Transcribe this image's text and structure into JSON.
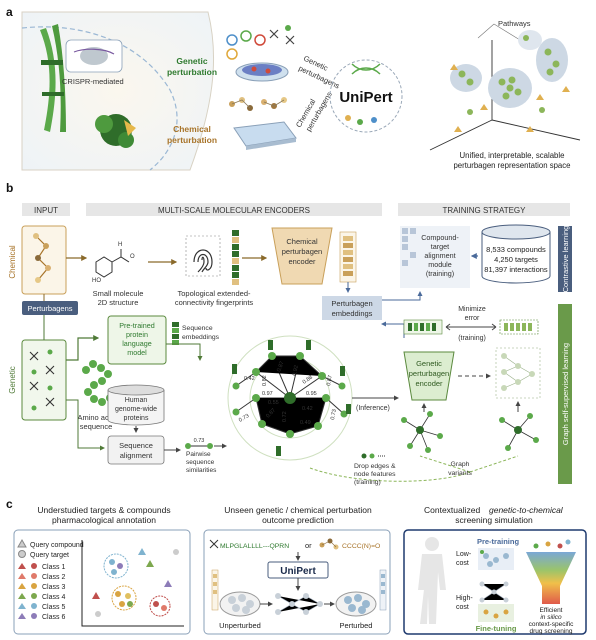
{
  "panel_a": {
    "label": "a",
    "crispr": "CRISPR-mediated",
    "genetic_perturbation": [
      "Genetic",
      "perturbation"
    ],
    "chemical_perturbation": [
      "Chemical",
      "perturbation"
    ],
    "genetic_perturbagens": [
      "Genetic",
      "perturbagens"
    ],
    "chemical_perturbagens": [
      "Chemical",
      "perturbagens"
    ],
    "logo": "UniPert",
    "pathways": "Pathways",
    "space_caption": [
      "Unified, interpretable, scalable",
      "perturbagen representation space"
    ]
  },
  "panel_b": {
    "label": "b",
    "header_input": "INPUT",
    "header_encoders": "MULTI-SCALE MOLECULAR ENCODERS",
    "header_training": "TRAINING STRATEGY",
    "chemical": "Chemical",
    "genetic": "Genetic",
    "perturbagens": "Perturbagens",
    "small_molecule": [
      "Small molecule",
      "2D structure"
    ],
    "fingerprints": [
      "Topological extended-",
      "connectivity fingerprints"
    ],
    "chem_encoder": [
      "Chemical",
      "perturbagen",
      "encoder"
    ],
    "alignment_module": [
      "Compound-",
      "target",
      "alignment",
      "module",
      "(training)"
    ],
    "db_stats": [
      "8,533 compounds",
      "4,250 targets",
      "81,397 interactions"
    ],
    "contrastive": "Contrastive learning",
    "perturbagen_embeddings": [
      "Perturbagen",
      "embeddings"
    ],
    "plm": [
      "Pre-trained",
      "protein",
      "language",
      "model"
    ],
    "seq_embeddings": [
      "Sequence",
      "embeddings"
    ],
    "human_proteins": [
      "Human",
      "genome-wide",
      "proteins"
    ],
    "amino_acid": [
      "Amino acid",
      "sequence"
    ],
    "seq_alignment": [
      "Sequence",
      "alignment"
    ],
    "pairwise": [
      "Pairwise",
      "sequence",
      "similarities"
    ],
    "pairwise_value": "0.73",
    "edge_weights": [
      "0.82",
      "0.87",
      "0.92",
      "0.88",
      "0.95",
      "0.97",
      "0.55",
      "0.42",
      "0.87",
      "0.72",
      "0.49",
      "0.42",
      "0.73",
      "0.87",
      "0.73"
    ],
    "inference": "(Inference)",
    "minimize_error": [
      "Minimize",
      "error",
      "(training)"
    ],
    "genetic_encoder": [
      "Genetic",
      "perturbagen",
      "encoder"
    ],
    "drop_edges": [
      "Drop edges &",
      "node features",
      "(training)"
    ],
    "graph_variants": [
      "Graph",
      "variants"
    ],
    "graph_ssl": "Graph self-supervised learning"
  },
  "panel_c": {
    "label": "c",
    "box1_title": [
      "Understudied targets & compounds",
      "pharmacological annotation"
    ],
    "legend": [
      "Query compound",
      "Query target",
      "Class 1",
      "Class 2",
      "Class 3",
      "Class 4",
      "Class 5",
      "Class 6"
    ],
    "legend_colors": [
      "#c0504d",
      "#e07a6a",
      "#d9a441",
      "#7da84e",
      "#7fb3cf",
      "#8d7cb8"
    ],
    "box2_title": [
      "Unseen genetic / chemical perturbation",
      "outcome prediction"
    ],
    "sequence": "MLPGLALLLL---QPRN",
    "or": "or",
    "smiles": "CCCC(N)=O",
    "logo": "UniPert",
    "unperturbed": "Unperturbed",
    "perturbed": "Perturbed",
    "box3_title": [
      "Contextualized",
      "genetic-to-chemical",
      "screening simulation"
    ],
    "pretraining": "Pre-training",
    "low_cost": [
      "Low-",
      "cost"
    ],
    "high_cost": [
      "High-",
      "cost"
    ],
    "finetuning": "Fine-tuning",
    "efficient": [
      "Efficient",
      "in silico",
      "context-specific",
      "drug screening"
    ]
  }
}
